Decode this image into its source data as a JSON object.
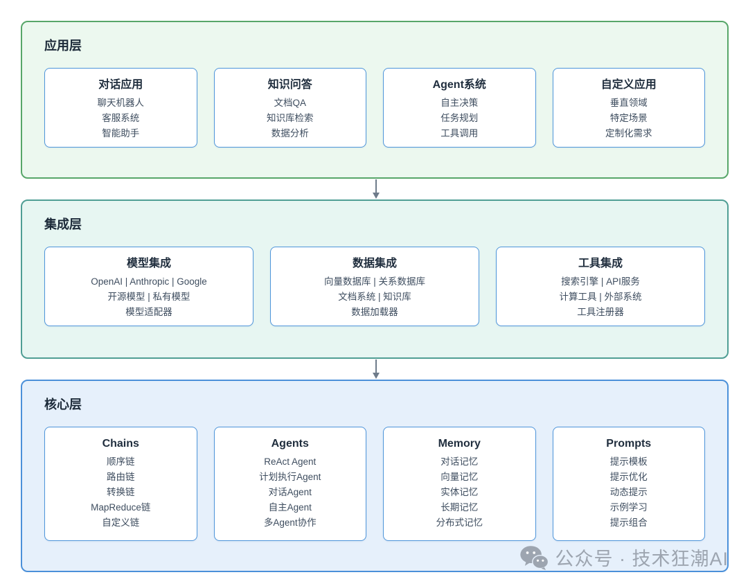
{
  "diagram": {
    "kind": "layered-architecture",
    "arrow_count": 2
  },
  "colors": {
    "application_layer_border": "#57a669",
    "application_layer_bg": "#ecf8ef",
    "integration_layer_border": "#4f9e94",
    "integration_layer_bg": "#e7f6f2",
    "core_layer_border": "#4b90d9",
    "core_layer_bg": "#e6f0fb",
    "card_border": "#4e95da",
    "card_bg": "#ffffff",
    "title_text": "#1f2d3d",
    "item_text": "#3e4d5f",
    "arrow": "#6e7b8a",
    "watermark": "#9aa2ac"
  },
  "layers": [
    {
      "title": "应用层",
      "cards": [
        {
          "title": "对话应用",
          "items": [
            "聊天机器人",
            "客服系统",
            "智能助手"
          ]
        },
        {
          "title": "知识问答",
          "items": [
            "文档QA",
            "知识库检索",
            "数据分析"
          ]
        },
        {
          "title": "Agent系统",
          "items": [
            "自主决策",
            "任务规划",
            "工具调用"
          ]
        },
        {
          "title": "自定义应用",
          "items": [
            "垂直领域",
            "特定场景",
            "定制化需求"
          ]
        }
      ]
    },
    {
      "title": "集成层",
      "cards": [
        {
          "title": "模型集成",
          "items": [
            "OpenAI | Anthropic | Google",
            "开源模型 | 私有模型",
            "模型适配器"
          ]
        },
        {
          "title": "数据集成",
          "items": [
            "向量数据库 | 关系数据库",
            "文档系统 | 知识库",
            "数据加载器"
          ]
        },
        {
          "title": "工具集成",
          "items": [
            "搜索引擎 | API服务",
            "计算工具 | 外部系统",
            "工具注册器"
          ]
        }
      ]
    },
    {
      "title": "核心层",
      "cards": [
        {
          "title": "Chains",
          "items": [
            "顺序链",
            "路由链",
            "转换链",
            "MapReduce链",
            "自定义链"
          ]
        },
        {
          "title": "Agents",
          "items": [
            "ReAct Agent",
            "计划执行Agent",
            "对话Agent",
            "自主Agent",
            "多Agent协作"
          ]
        },
        {
          "title": "Memory",
          "items": [
            "对话记忆",
            "向量记忆",
            "实体记忆",
            "长期记忆",
            "分布式记忆"
          ]
        },
        {
          "title": "Prompts",
          "items": [
            "提示模板",
            "提示优化",
            "动态提示",
            "示例学习",
            "提示组合"
          ]
        }
      ]
    }
  ],
  "watermark": {
    "icon": "wechat-icon",
    "text": "公众号 · 技术狂潮AI"
  }
}
